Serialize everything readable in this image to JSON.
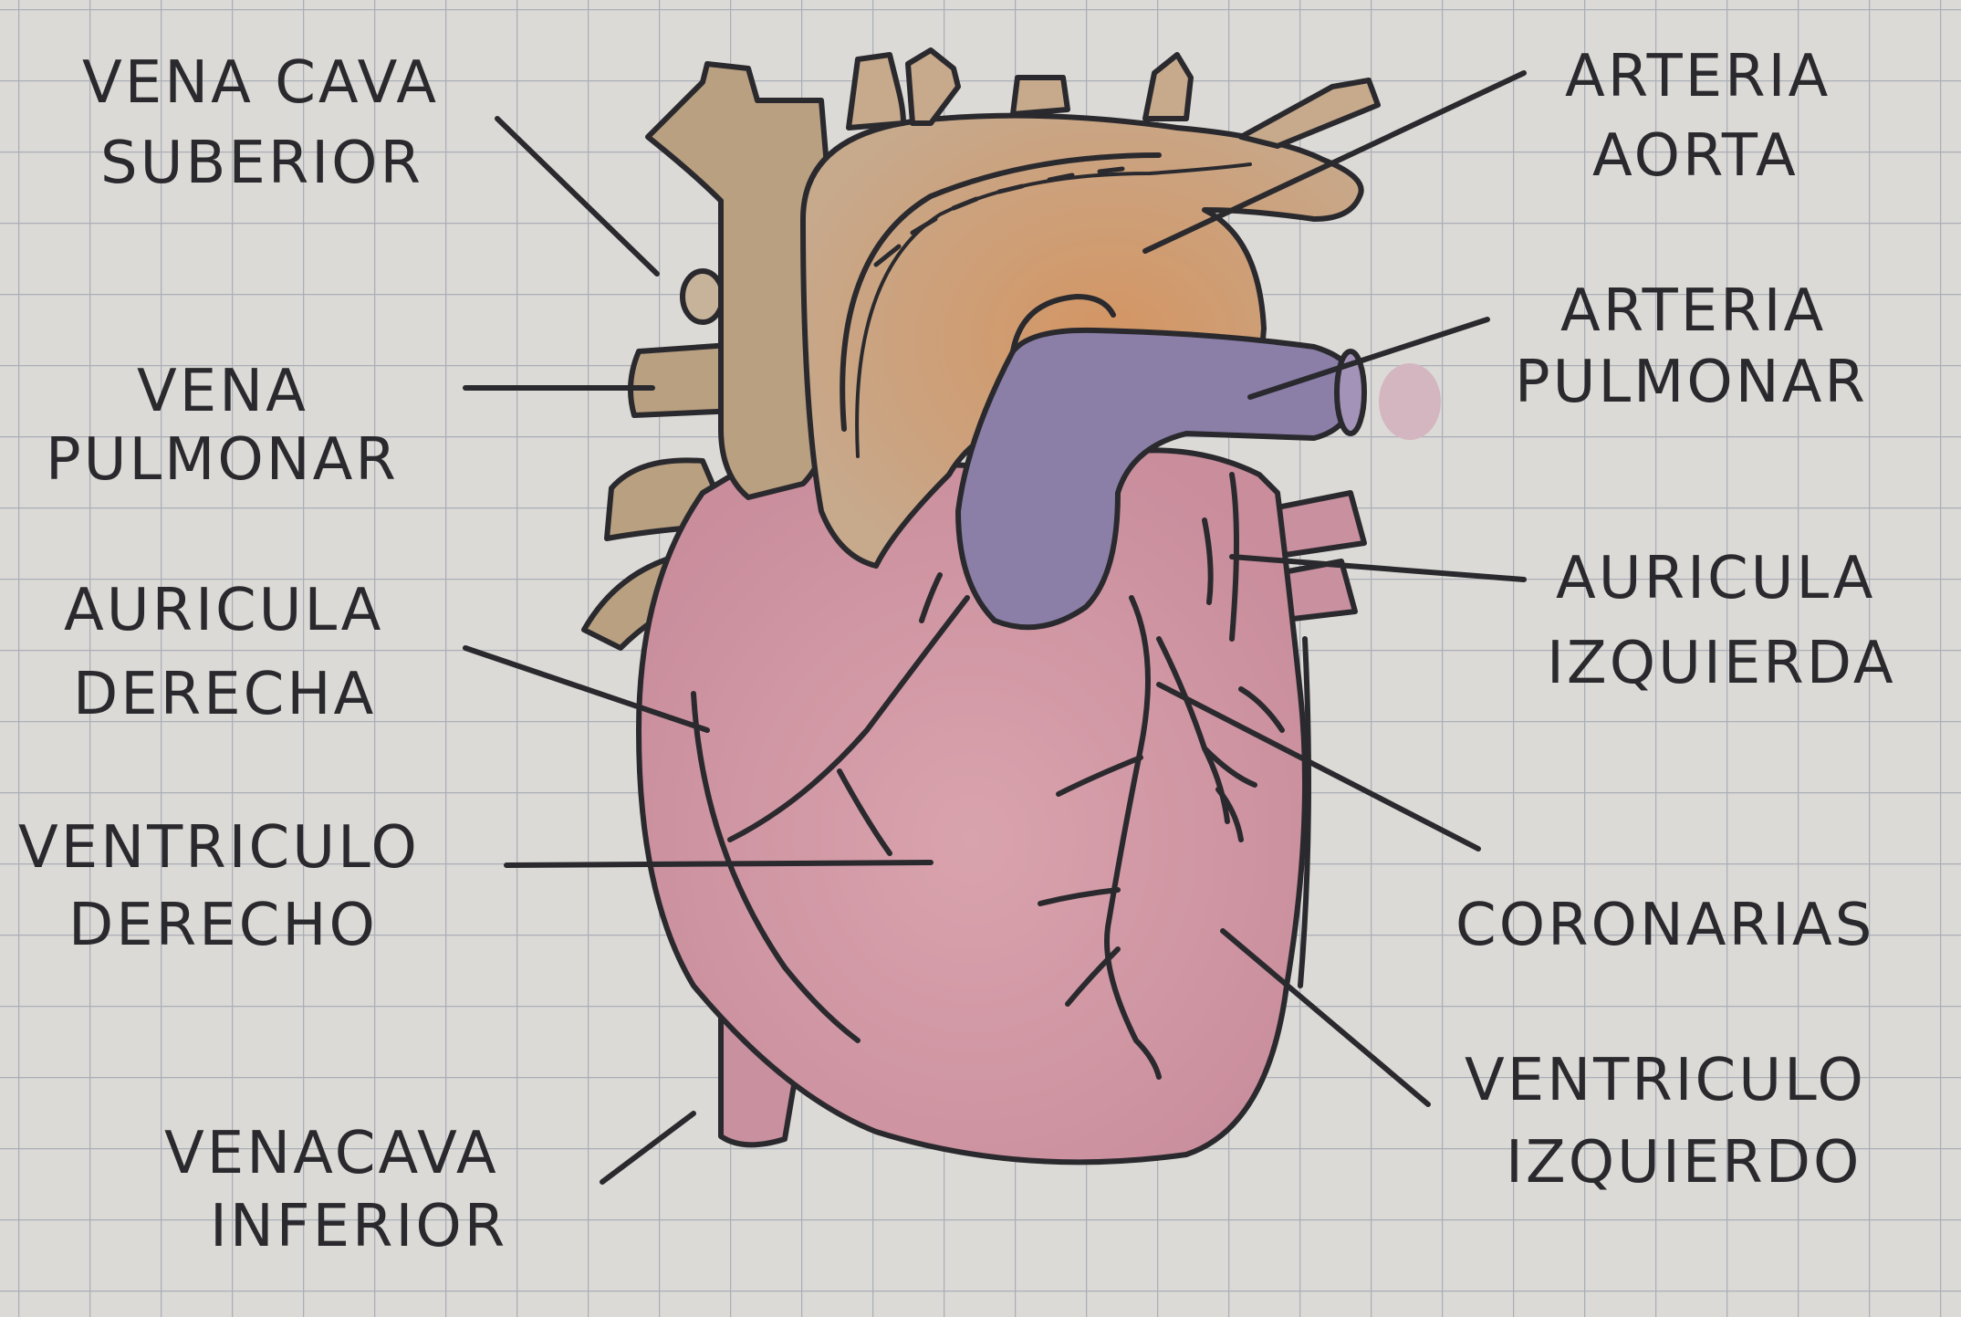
{
  "diagram": {
    "labels": {
      "vena_cava_superior": [
        "VENA CAVA",
        "SUBERIOR"
      ],
      "vena_pulmonar": [
        "VENA",
        "PULMONAR"
      ],
      "auricula_derecha": [
        "AURICULA",
        "DERECHA"
      ],
      "ventriculo_derecho": [
        "VENTRICULO",
        "DERECHO"
      ],
      "vena_cava_inferior": [
        "VENACAVA",
        "INFERIOR"
      ],
      "arteria_aorta": [
        "ARTERIA",
        "AORTA"
      ],
      "arteria_pulmonar": [
        "ARTERIA",
        "PULMONAR"
      ],
      "auricula_izquierda": [
        "AURICULA",
        "IZQUIERDA"
      ],
      "coronarias": [
        "CORONARIAS"
      ],
      "ventriculo_izquierdo": [
        "VENTRICULO",
        "IZQUIERDO"
      ]
    },
    "colors": {
      "paper": "#dcdad6",
      "grid": "#a9aeb8",
      "ink": "#2a2a2e",
      "veins_tan": "#b9a081",
      "aorta_orange": "#cf9b6c",
      "pulmonary_violet": "#8b7fa8",
      "heart_pink": "#d29aa6"
    }
  }
}
